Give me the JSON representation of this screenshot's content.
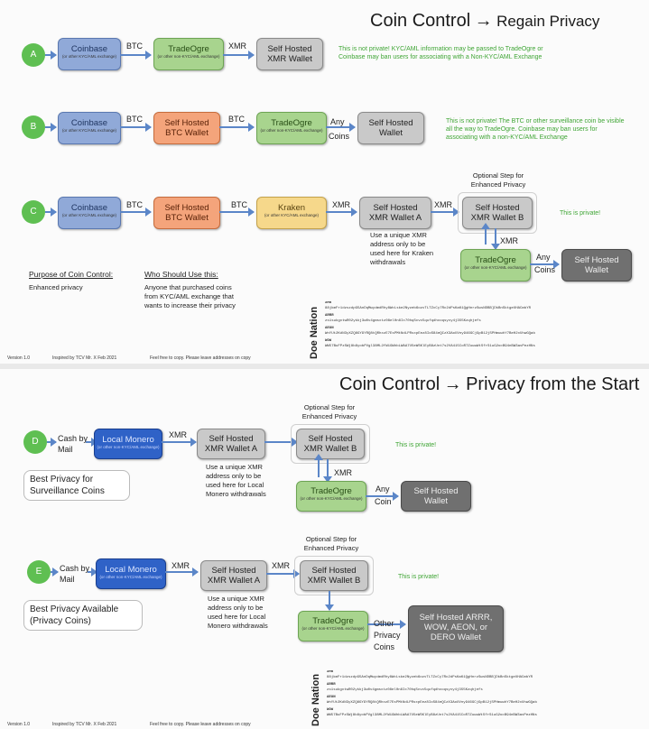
{
  "panel1": {
    "title_main": "Coin Control",
    "title_arrow": "→",
    "title_sub": "Regain Privacy",
    "row_a": {
      "letter": "A",
      "coinbase": "Coinbase",
      "coinbase_sub": "(or other KYC/AML exchange)",
      "btc": "BTC",
      "tradeogre": "TradeOgre",
      "tradeogre_sub": "(or other non-KYC/AML exchange)",
      "xmr": "XMR",
      "wallet_line1": "Self Hosted",
      "wallet_line2": "XMR Wallet",
      "note": "This is not private! KYC/AML information may be passed to TradeOgre or Coinbase may ban users for associating with a Non-KYC/AML Exchange"
    },
    "row_b": {
      "letter": "B",
      "coinbase": "Coinbase",
      "coinbase_sub": "(or other KYC/AML exchange)",
      "btc1": "BTC",
      "wallet_line1": "Self Hosted",
      "wallet_line2": "BTC Wallet",
      "btc2": "BTC",
      "tradeogre": "TradeOgre",
      "tradeogre_sub": "(or other non-KYC/AML exchange)",
      "any": "Any",
      "coins": "Coins",
      "dest_line1": "Self Hosted",
      "dest_line2": "Wallet",
      "note": "This is not private! The BTC or other surveillance coin be visible all the way to TradeOgre. Coinbase may ban users for associating with a non-KYC/AML Exchange"
    },
    "row_c": {
      "letter": "C",
      "coinbase": "Coinbase",
      "coinbase_sub": "(or other KYC/AML exchange)",
      "btc1": "BTC",
      "wallet_line1": "Self Hosted",
      "wallet_line2": "BTC Wallet",
      "btc2": "BTC",
      "kraken": "Kraken",
      "kraken_sub": "(or other KYC/AML exchange)",
      "xmr1": "XMR",
      "xa_line1": "Self Hosted",
      "xa_line2": "XMR Wallet A",
      "xmr2": "XMR",
      "opt_line1": "Optional Step for",
      "opt_line2": "Enhanced Privacy",
      "xb_line1": "Self Hosted",
      "xb_line2": "XMR Wallet B",
      "xmr3": "XMR",
      "tradeogre": "TradeOgre",
      "tradeogre_sub": "(or other non-KYC/AML exchange)",
      "any": "Any",
      "coins": "Coins",
      "dest_line1": "Self Hosted",
      "dest_line2": "Wallet",
      "note": "This is private!",
      "unique_note": "Use a unique XMR address only to be used here for Kraken withdrawals"
    },
    "purpose_title": "Purpose of Coin Control:",
    "purpose_text": "Enhanced privacy",
    "who_title": "Who Should Use this:",
    "who_text": "Anyone that purchased coins from KYC/AML exchange that wants to increase their privacy",
    "donate": "Doe Nation",
    "addresses": [
      {
        "label": "XMR",
        "value": "88jkmFr1dzszdpG5AnDqMwydmdRhy8WcLske2Nyzeb6ozvTLTZcCy7Rc2dPsKaK1QgHnrzSwsNDBB]DkBnSktgeUHACmbYR"
      },
      {
        "label": "ARRR",
        "value": "zs1sukgxtwR02ykkj3w0v4gmsxtz08el0n8Ix70hqScvc5qufqdhcoqsyvy4j355Kzqhjefs"
      },
      {
        "label": "AEON",
        "value": "WnYUt2KdN3yXZQ8GY9YRQ8tQRhxzE7EsPMtNdLPRsxpEez8IoS84eQCzX3AoUVny946GCjGpB12jSPHmuwhY7BeH2xUhwGQab"
      },
      {
        "label": "WOW",
        "value": "WW57BuFPzSWj8b8yobPVgl38ML2fW1GWhbLWAA7U5eWSKlEyB8zUnt7s2VA415CoR7ZuwuWtSfrS1uG2ocB94nBW3avPezHNs"
      }
    ],
    "footer_version": "Version 1.0",
    "footer_inspired": "Inspired by TCV Mr. X Feb 2021",
    "footer_copy": "Feel free to copy. Please leave addresses on copy"
  },
  "panel2": {
    "title_main": "Coin Control",
    "title_arrow": "→",
    "title_sub": "Privacy from the Start",
    "row_d": {
      "letter": "D",
      "cash_line1": "Cash by",
      "cash_line2": "Mail",
      "local_monero": "Local Monero",
      "local_monero_sub": "(or other non-KYC/AML exchange)",
      "xmr1": "XMR",
      "xa_line1": "Self Hosted",
      "xa_line2": "XMR Wallet A",
      "opt_line1": "Optional Step for",
      "opt_line2": "Enhanced Privacy",
      "xb_line1": "Self Hosted",
      "xb_line2": "XMR Wallet B",
      "xmr3": "XMR",
      "tradeogre": "TradeOgre",
      "tradeogre_sub": "(or other non-KYC/AML exchange)",
      "any": "Any",
      "coin": "Coin",
      "dest_line1": "Self Hosted",
      "dest_line2": "Wallet",
      "note": "This is private!",
      "unique_note": "Use a unique XMR address only to be used here for Local Monero withdrawals",
      "best_line1": "Best Privacy for",
      "best_line2": "Surveillance Coins"
    },
    "row_e": {
      "letter": "E",
      "cash_line1": "Cash by",
      "cash_line2": "Mail",
      "local_monero": "Local Monero",
      "local_monero_sub": "(or other non-KYC/AML exchange)",
      "xmr1": "XMR",
      "xa_line1": "Self Hosted",
      "xa_line2": "XMR Wallet A",
      "xmr2": "XMR",
      "opt_line1": "Optional Step for",
      "opt_line2": "Enhanced Privacy",
      "xb_line1": "Self Hosted",
      "xb_line2": "XMR Wallet B",
      "tradeogre": "TradeOgre",
      "tradeogre_sub": "(or other non-KYC/AML exchange)",
      "other_line1": "Other",
      "other_line2": "Privacy",
      "other_line3": "Coins",
      "dest_line1": "Self Hosted ARRR,",
      "dest_line2": "WOW, AEON, or",
      "dest_line3": "DERO Wallet",
      "note": "This is private!",
      "unique_note": "Use a unique XMR address only to be used here for Local Monero withdrawals",
      "best_line1": "Best Privacy Available",
      "best_line2": "(Privacy Coins)"
    },
    "donate": "Doe Nation",
    "addresses": [
      {
        "label": "XMR",
        "value": "88jkmFr1dzszdpG5AnDqMwydmdRhy8WcLske2Nyzeb6ozvTLTZcCy7Rc2dPsKaK1QgHnrzSwsNDBB]DkBnSktgeUHACmbYR"
      },
      {
        "label": "ARRR",
        "value": "zs1sukgxtwR02ykkj3w0v4gmsxtz08el0n8Ix70hqScvc5qufqdhcoqsyvy4j355Kzqhjefs"
      },
      {
        "label": "AEON",
        "value": "WnYUt2KdN3yXZQ8GY9YRQ8tQRhxzE7EsPMtNdLPRsxpEez8IoS84eQCzX3AoUVny946GCjGpB12jSPHmuwhY7BeH2xUhwGQab"
      },
      {
        "label": "WOW",
        "value": "WW57BuFPzSWj8b8yobPVgl38ML2fW1GWhbLWAA7U5eWSKlEyB8zUnt7s2VA415CoR7ZuwuWtSfrS1uG2ocB94nBW3avPezHNs"
      }
    ],
    "footer_version": "Version 1.0",
    "footer_inspired": "Inspired by TCV Mr. X Feb 2021",
    "footer_copy": "Feel free to copy. Please leave addresses on copy"
  }
}
